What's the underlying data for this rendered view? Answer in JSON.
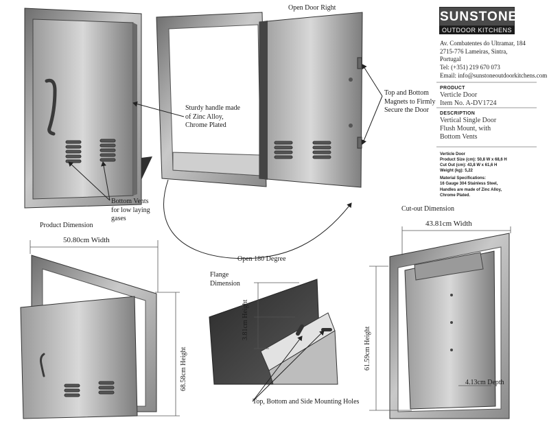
{
  "logo": {
    "brand": "SUNSTONE",
    "tagline": "OUTDOOR KITCHENS"
  },
  "contact": {
    "address_1": "Av. Combatentes do Ultramar, 184",
    "address_2": "2715-776 Lameiras, Sintra,",
    "address_3": "Portugal",
    "tel": "Tel: (+351) 219 670 073",
    "email": "Email: info@sunstoneoutdoorkitchens.com"
  },
  "product": {
    "heading": "PRODUCT",
    "name": "Verticle Door",
    "item_no": "Item No. A-DV1724"
  },
  "description": {
    "heading": "DESCRIPTION",
    "line_1": "Vertical Single Door",
    "line_2": "Flush Mount, with",
    "line_3": "Bottom Vents"
  },
  "specs": {
    "title": "Verticle Door",
    "size": "Product Size (cm): 50,8 W x 68,6 H",
    "cutout": "Cut Out (cm): 43,8 W x 61,6 H",
    "weight": "Weight (kg): 5,22",
    "material_title": "Material Specifications:",
    "material_1": "16 Gauge 304 Stainless Steel,",
    "material_2": "Handles are made of Zinc Alloy,",
    "material_3": "Chrome Plated."
  },
  "callouts": {
    "open_door_right": "Open Door Right",
    "handle_1": "Sturdy handle made",
    "handle_2": "of  Zinc Alloy,",
    "handle_3": "Chrome Plated",
    "magnets_1": "Top and Bottom",
    "magnets_2": "Magnets to Firmly",
    "magnets_3": "Secure the Door",
    "vents_1": "Bottom Vents",
    "vents_2": "for low laying",
    "vents_3": "gases",
    "product_dimension": "Product Dimension",
    "open_180": "Open 180 Degree",
    "cutout_dimension": "Cut-out Dimension",
    "flange_1": "Flange",
    "flange_2": "Dimension",
    "mounting_holes": "Top, Bottom and Side Mounting Holes"
  },
  "dimensions": {
    "product_width": "50.80cm Width",
    "product_height": "68.58cm  Height",
    "cutout_width": "43.81cm  Width",
    "cutout_height": "61.59cm  Height",
    "cutout_depth": "4.13cm Depth",
    "flange_height": "3.81cm Height"
  }
}
